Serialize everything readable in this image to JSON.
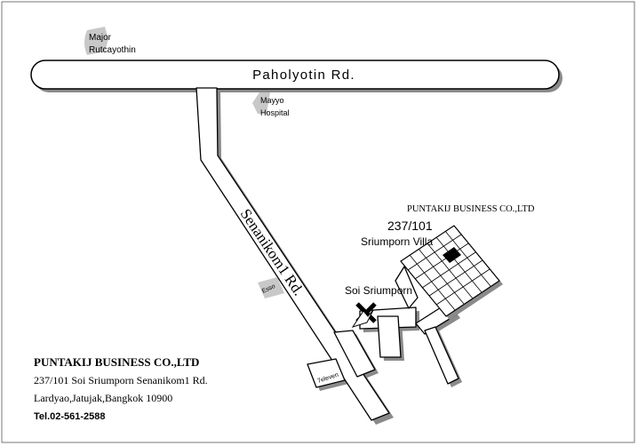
{
  "roads": {
    "main_road": "Paholyotin Rd.",
    "side_road": "Senanikom1 Rd.",
    "soi": "Soi Sriumporn"
  },
  "landmarks": {
    "major": "Major\nRutcayothin",
    "hospital": "Mayyo\nHospital",
    "esso": "Esso",
    "seven_eleven": "7eleven"
  },
  "building": {
    "company_header": "PUNTAKIJ BUSINESS CO.,LTD",
    "number": "237/101",
    "name": "Sriumporn Villa"
  },
  "address": {
    "company": "PUNTAKIJ BUSINESS CO.,LTD",
    "line1": "237/101 Soi Sriumporn Senanikom1 Rd.",
    "line2": "Lardyao,Jatujak,Bangkok 10900",
    "phone": "Tel.02-561-2588"
  },
  "colors": {
    "road_fill": "#ffffff",
    "road_stroke": "#000000",
    "shadow": "#8a8a8a",
    "marker_fill": "#c8c8c8",
    "target_unit": "#000000"
  },
  "icons": {
    "destination": "arrow-pointer-icon",
    "landmark": "landmark-marker-icon"
  }
}
